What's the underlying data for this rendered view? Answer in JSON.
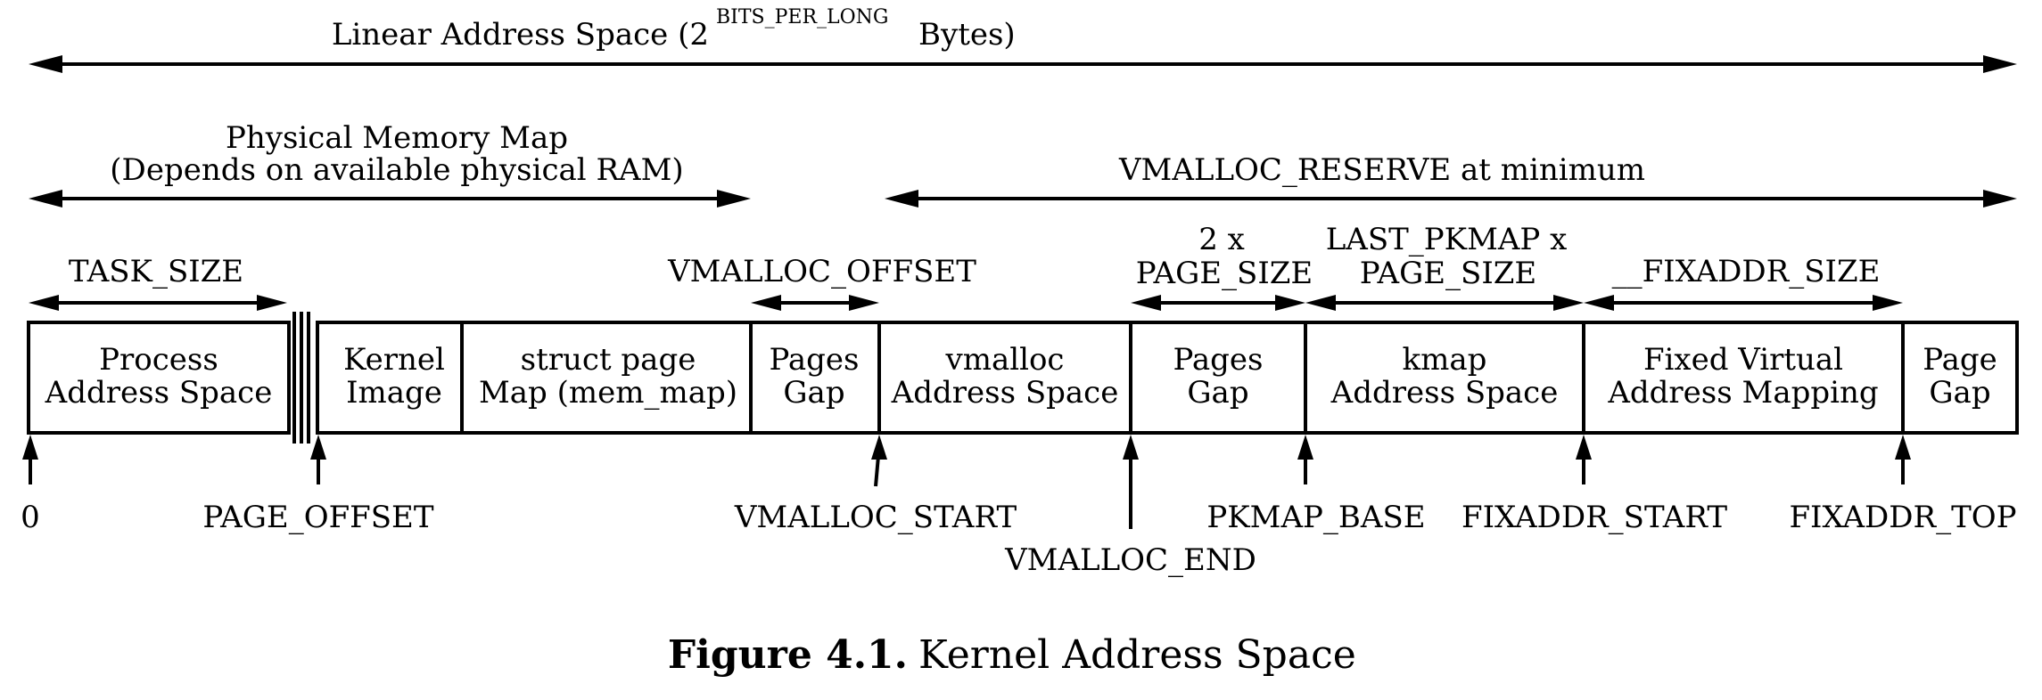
{
  "linear_space": {
    "text": "Linear Address Space (2",
    "superscript": "BITS_PER_LONG",
    "suffix": "Bytes)"
  },
  "physical_map": {
    "line1": "Physical Memory Map",
    "line2": "(Depends on available physical RAM)"
  },
  "vmalloc_reserve": "VMALLOC_RESERVE at minimum",
  "size_labels": {
    "task_size": "TASK_SIZE",
    "vmalloc_offset": "VMALLOC_OFFSET",
    "two_x_line1": "2 x",
    "two_x_line2": "PAGE_SIZE",
    "last_pkmap_line1": "LAST_PKMAP x",
    "last_pkmap_line2": "PAGE_SIZE",
    "fixaddr_size": "__FIXADDR_SIZE"
  },
  "regions": [
    {
      "line1": "Process",
      "line2": "Address Space"
    },
    {
      "line1": "Kernel",
      "line2": "Image"
    },
    {
      "line1": "struct page",
      "line2": "Map (mem_map)"
    },
    {
      "line1": "Pages",
      "line2": "Gap"
    },
    {
      "line1": "vmalloc",
      "line2": "Address Space"
    },
    {
      "line1": "Pages",
      "line2": "Gap"
    },
    {
      "line1": "kmap",
      "line2": "Address Space"
    },
    {
      "line1": "Fixed Virtual",
      "line2": "Address Mapping"
    },
    {
      "line1": "Page",
      "line2": "Gap"
    }
  ],
  "markers": {
    "zero": "0",
    "page_offset": "PAGE_OFFSET",
    "vmalloc_start": "VMALLOC_START",
    "vmalloc_end": "VMALLOC_END",
    "pkmap_base": "PKMAP_BASE",
    "fixaddr_start": "FIXADDR_START",
    "fixaddr_top": "FIXADDR_TOP"
  },
  "caption": {
    "label": "Figure 4.1.",
    "title": "Kernel Address Space"
  }
}
